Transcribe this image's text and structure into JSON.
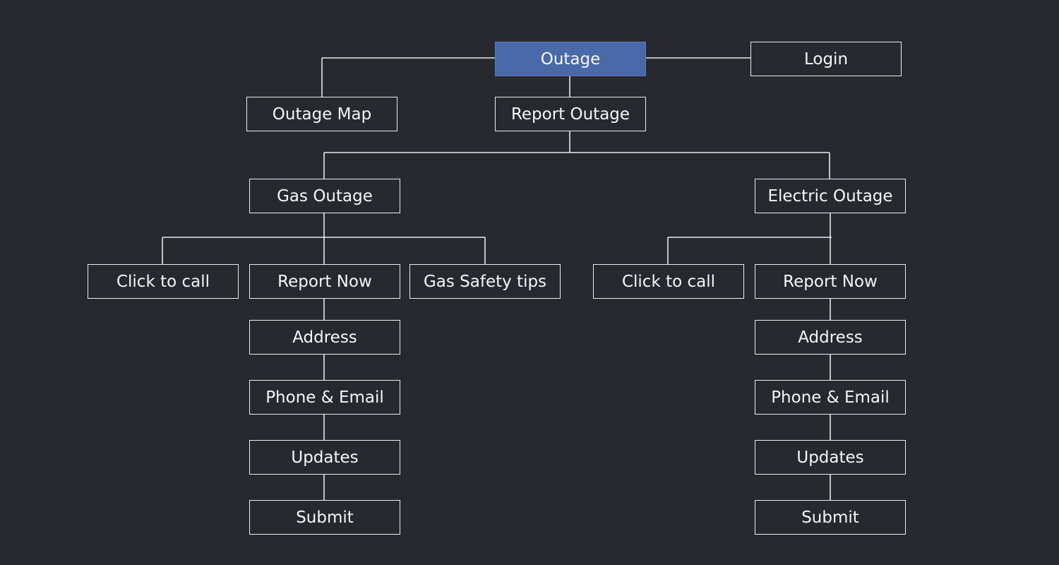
{
  "diagram": {
    "background_color": "#28292e",
    "accent_color": "#4a69a8",
    "root": {
      "label": "Outage"
    },
    "login": {
      "label": "Login"
    },
    "outage_map": {
      "label": "Outage Map"
    },
    "report_outage": {
      "label": "Report Outage"
    },
    "gas": {
      "label": "Gas Outage",
      "click_to_call": "Click to call",
      "report_now": "Report Now",
      "safety_tips": "Gas Safety tips",
      "steps": [
        "Address",
        "Phone & Email",
        "Updates",
        "Submit"
      ]
    },
    "electric": {
      "label": "Electric Outage",
      "click_to_call": "Click to call",
      "report_now": "Report Now",
      "steps": [
        "Address",
        "Phone & Email",
        "Updates",
        "Submit"
      ]
    }
  }
}
